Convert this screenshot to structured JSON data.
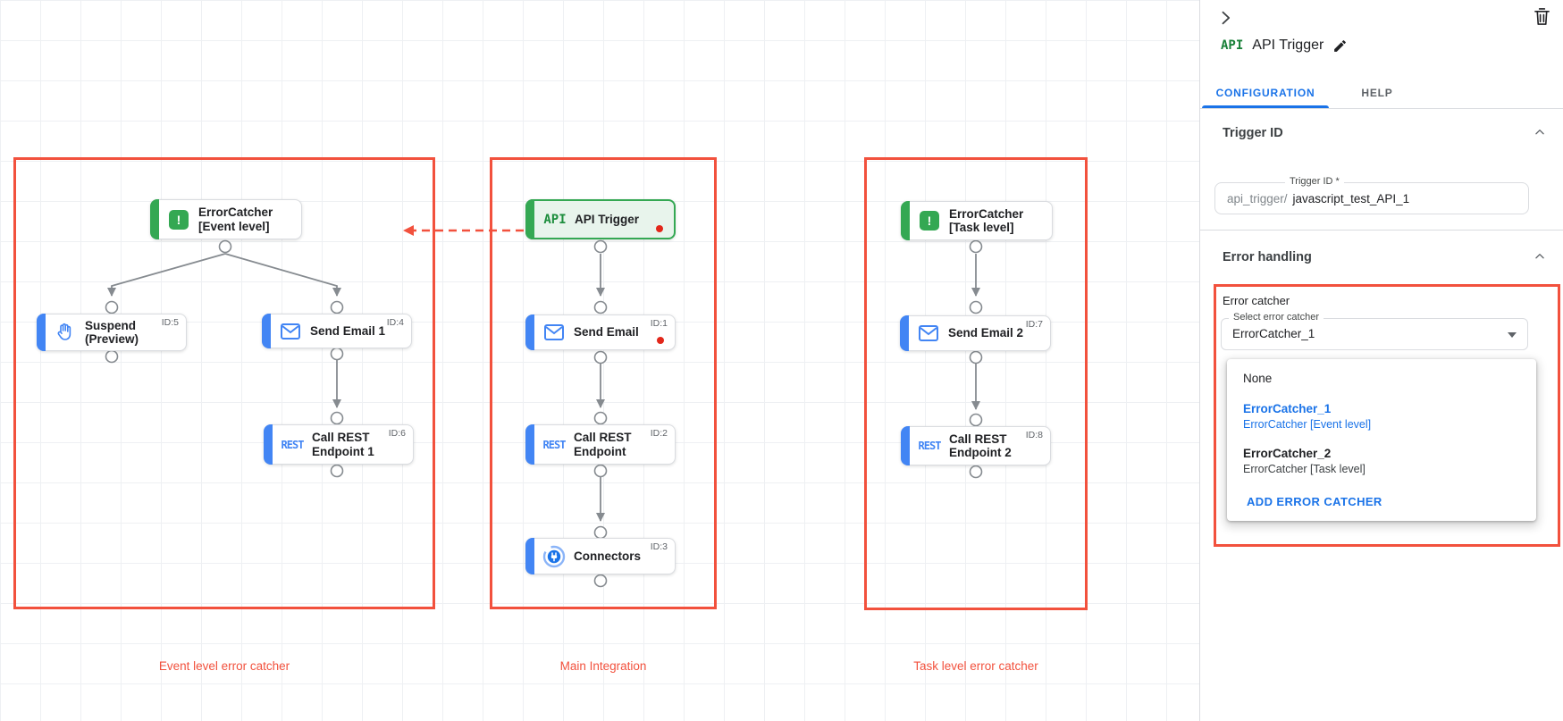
{
  "canvas": {
    "group_labels": [
      "Event level error catcher",
      "Main Integration",
      "Task level error catcher"
    ],
    "nodes": [
      {
        "title": "ErrorCatcher",
        "subtitle": "[Event level]",
        "badge": "",
        "icon_glyph": "!"
      },
      {
        "title": "Suspend",
        "subtitle": "(Preview)",
        "badge": "ID:5"
      },
      {
        "title": "Send Email 1",
        "subtitle": "",
        "badge": "ID:4"
      },
      {
        "title": "Call REST",
        "subtitle": "Endpoint 1",
        "badge": "ID:6",
        "icon_glyph": "REST"
      },
      {
        "title": "API Trigger",
        "subtitle": "",
        "badge": "",
        "icon_glyph": "API"
      },
      {
        "title": "Send Email",
        "subtitle": "",
        "badge": "ID:1"
      },
      {
        "title": "Call REST",
        "subtitle": "Endpoint",
        "badge": "ID:2",
        "icon_glyph": "REST"
      },
      {
        "title": "Connectors",
        "subtitle": "",
        "badge": "ID:3"
      },
      {
        "title": "ErrorCatcher",
        "subtitle": "[Task level]",
        "badge": "",
        "icon_glyph": "!"
      },
      {
        "title": "Send Email 2",
        "subtitle": "",
        "badge": "ID:7"
      },
      {
        "title": "Call REST",
        "subtitle": "Endpoint 2",
        "badge": "ID:8",
        "icon_glyph": "REST"
      }
    ]
  },
  "panel": {
    "type_badge": "API",
    "title": "API Trigger",
    "tabs": [
      {
        "label": "CONFIGURATION"
      },
      {
        "label": "HELP"
      }
    ],
    "trigger_section": {
      "heading": "Trigger ID",
      "field_label": "Trigger ID *",
      "field_prefix": "api_trigger/",
      "field_value": "javascript_test_API_1"
    },
    "error_section": {
      "heading": "Error handling",
      "group_label": "Error catcher",
      "select_label": "Select error catcher",
      "select_value": "ErrorCatcher_1",
      "dropdown": {
        "none_label": "None",
        "options": [
          {
            "name": "ErrorCatcher_1",
            "desc": "ErrorCatcher [Event level]"
          },
          {
            "name": "ErrorCatcher_2",
            "desc": "ErrorCatcher [Task level]"
          }
        ],
        "add_label": "ADD ERROR CATCHER"
      }
    }
  },
  "colors": {
    "highlight_red": "#f2513d",
    "link_blue": "#1a73e8",
    "node_blue": "#4285f4",
    "node_green": "#34a853",
    "error_dot": "#e2271a"
  }
}
